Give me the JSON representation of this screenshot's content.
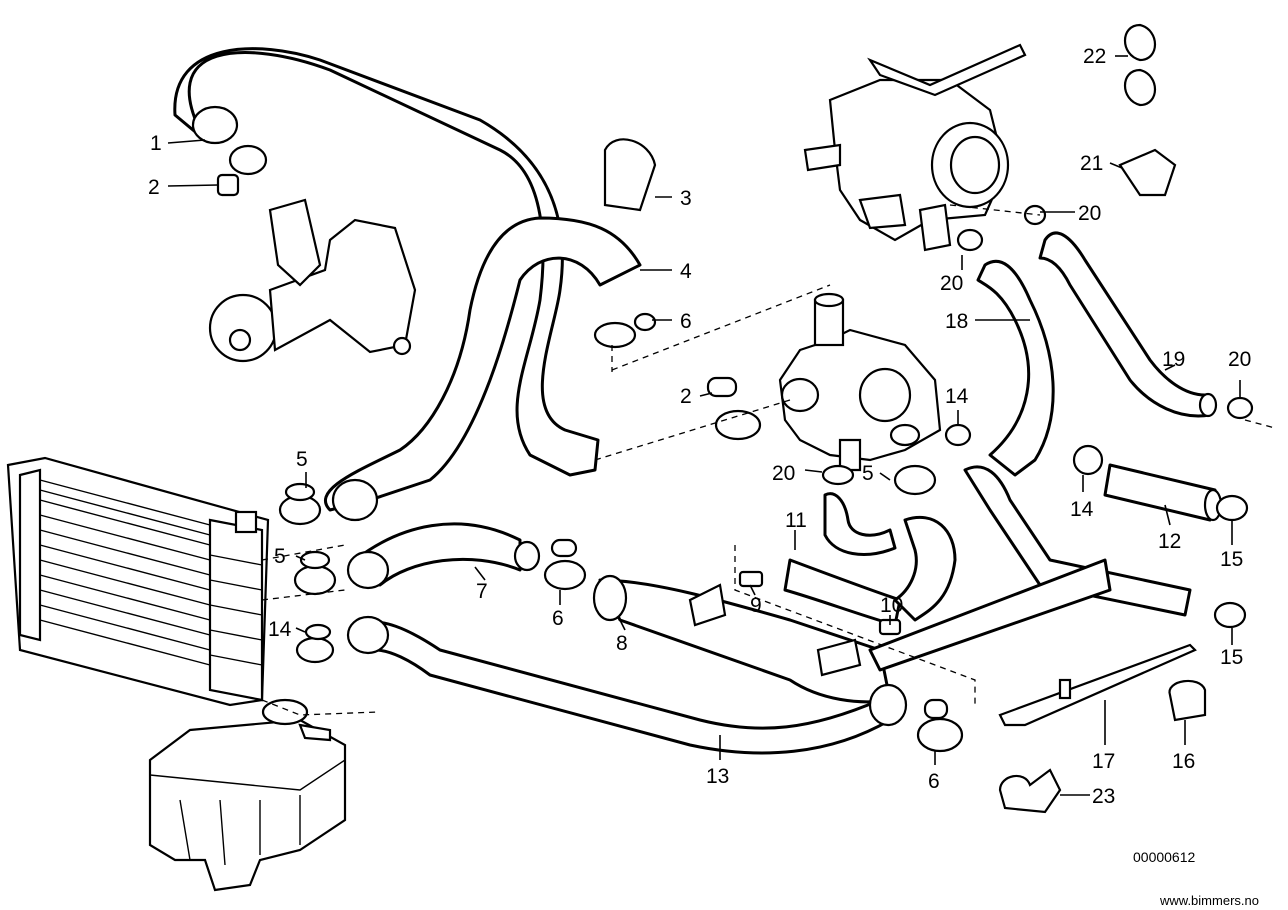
{
  "diagram": {
    "drawing_number": "00000612",
    "watermark": "www.bimmers.no",
    "callouts": [
      {
        "id": "c1",
        "label": "1"
      },
      {
        "id": "c2a",
        "label": "2"
      },
      {
        "id": "c2b",
        "label": "2"
      },
      {
        "id": "c3",
        "label": "3"
      },
      {
        "id": "c4",
        "label": "4"
      },
      {
        "id": "c5a",
        "label": "5"
      },
      {
        "id": "c5b",
        "label": "5"
      },
      {
        "id": "c5c",
        "label": "5"
      },
      {
        "id": "c6a",
        "label": "6"
      },
      {
        "id": "c6b",
        "label": "6"
      },
      {
        "id": "c6c",
        "label": "6"
      },
      {
        "id": "c7",
        "label": "7"
      },
      {
        "id": "c8",
        "label": "8"
      },
      {
        "id": "c9",
        "label": "9"
      },
      {
        "id": "c10",
        "label": "10"
      },
      {
        "id": "c11",
        "label": "11"
      },
      {
        "id": "c12",
        "label": "12"
      },
      {
        "id": "c13",
        "label": "13"
      },
      {
        "id": "c14a",
        "label": "14"
      },
      {
        "id": "c14b",
        "label": "14"
      },
      {
        "id": "c14c",
        "label": "14"
      },
      {
        "id": "c15a",
        "label": "15"
      },
      {
        "id": "c15b",
        "label": "15"
      },
      {
        "id": "c16",
        "label": "16"
      },
      {
        "id": "c17",
        "label": "17"
      },
      {
        "id": "c18",
        "label": "18"
      },
      {
        "id": "c19",
        "label": "19"
      },
      {
        "id": "c20a",
        "label": "20"
      },
      {
        "id": "c20b",
        "label": "20"
      },
      {
        "id": "c20c",
        "label": "20"
      },
      {
        "id": "c20d",
        "label": "20"
      },
      {
        "id": "c21",
        "label": "21"
      },
      {
        "id": "c22",
        "label": "22"
      },
      {
        "id": "c23",
        "label": "23"
      }
    ]
  }
}
